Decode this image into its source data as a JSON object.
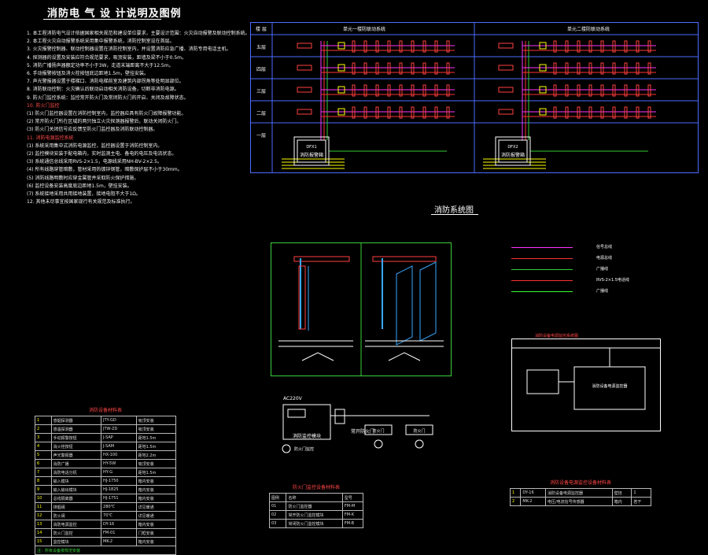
{
  "title": "消防电 气 设 计说明及图例",
  "notes": [
    {
      "text": "1. 本工程消防电气设计依据国家相关规范和建设单位要求，主要设计范围：火灾自动报警及联动控制系统。",
      "hl": false
    },
    {
      "text": "2. 本工程火灾自动报警系统采用集中报警系统，消防控制室设在首层。",
      "hl": false
    },
    {
      "text": "3. 火灾报警控制器、联动控制器设置在消防控制室内，并设置消防应急广播、消防专用电话主机。",
      "hl": false
    },
    {
      "text": "4. 探测器的设置及安装应符合规范要求，吸顶安装，距墙及梁不小于0.5m。",
      "hl": false
    },
    {
      "text": "5. 消防广播扬声器额定功率不小于3W，走道末端距离不大于12.5m。",
      "hl": false
    },
    {
      "text": "6. 手动报警按钮及消火栓按钮底边距地1.5m，壁挂安装。",
      "hl": false
    },
    {
      "text": "7. 声光警报器设置于楼梯口、消防电梯前室及建筑内部拐角等处明显部位。",
      "hl": false
    },
    {
      "text": "8. 消防联动控制：火灾确认后联动启动相关消防设备，切断非消防电源。",
      "hl": false
    },
    {
      "text": "9. 防火门监控系统：监控常开防火门及常闭防火门的开启、关闭及故障状态。",
      "hl": false
    },
    {
      "text": "10. 防火门监控",
      "hl": true
    },
    {
      "text": "(1) 防火门监控器设置在消防控制室内，监控器应具有防火门故障报警功能。",
      "hl": false
    },
    {
      "text": "(2) 常开防火门所在区域的两只独立火灾探测器报警后，联动关闭防火门。",
      "hl": false
    },
    {
      "text": "(3) 防火门关闭信号应反馈至防火门监控器及消防联动控制器。",
      "hl": false
    },
    {
      "text": "11. 消防电源监控系统",
      "hl": true
    },
    {
      "text": "(1) 系统采用集中式消防电源监控，监控器设置于消防控制室内。",
      "hl": false
    },
    {
      "text": "(2) 监控模块安装于配电箱内，实时监测主电、备电的电压及电流状态。",
      "hl": false
    },
    {
      "text": "(3) 系统通信总线采用RVS-2×1.5，电源线采用NH-BV-2×2.5。",
      "hl": false
    },
    {
      "text": "(4) 所有线路穿管暗敷，管材采用热镀锌钢管，暗敷保护层不小于30mm。",
      "hl": false
    },
    {
      "text": "(5) 消防线路明敷时应穿金属管并采取防火保护措施。",
      "hl": false
    },
    {
      "text": "(6) 监控设备安装高度底边距地1.5m，壁挂安装。",
      "hl": false
    },
    {
      "text": "(7) 系统接地采用共用接地装置，接地电阻不大于1Ω。",
      "hl": false
    },
    {
      "text": "12. 其他未尽事宜按国家现行有关规范及标准执行。",
      "hl": false
    }
  ],
  "system_title": "消防系统图",
  "riser": {
    "left_header": "单元一楼防联动系统",
    "right_header": "单元二楼防联动系统",
    "floor_col_header": "楼 层",
    "floors": [
      "五层",
      "四层",
      "三层",
      "二层",
      "一层"
    ],
    "left_panel": {
      "code": "DFX1",
      "name": "消防报警箱"
    },
    "right_panel": {
      "code": "DFX2",
      "name": "消防报警箱"
    }
  },
  "legend_lines": [
    {
      "label": "信号总线",
      "color": "#ff33ff"
    },
    {
      "label": "电源总线",
      "color": "#ff3333"
    },
    {
      "label": "广播线",
      "color": "#33cc33"
    },
    {
      "label": "RVS-2×1.5电话线",
      "color": "#ff3333"
    },
    {
      "label": "广播线",
      "color": "#33ff33"
    }
  ],
  "door_monitor": {
    "power_label": "AC220V",
    "panel_label": "消防监控模块",
    "right_label": "常开防火门",
    "btn1": "防火门",
    "btn2": "防火门",
    "note": "防火门监控"
  },
  "power_monitor_title": "消防设备电源监控系统图",
  "power_monitor_label": "消防设备电源监控器",
  "legend_table": {
    "caption": "消防设备材料表",
    "rows": [
      [
        "1",
        "感烟探测器",
        "JTY-GD",
        "吸顶安装"
      ],
      [
        "2",
        "感温探测器",
        "JTW-ZD",
        "吸顶安装"
      ],
      [
        "3",
        "手动报警按钮",
        "J-SAP",
        "距地1.5m"
      ],
      [
        "4",
        "消火栓按钮",
        "J-SAM",
        "距地1.5m"
      ],
      [
        "5",
        "声光警报器",
        "HX-100",
        "距地2.2m"
      ],
      [
        "6",
        "消防广播",
        "HY-5W",
        "吸顶安装"
      ],
      [
        "7",
        "消防电话分机",
        "HY-G",
        "距地1.5m"
      ],
      [
        "8",
        "输入模块",
        "HJ-1750",
        "箱内安装"
      ],
      [
        "9",
        "输入输出模块",
        "HJ-1825",
        "箱内安装"
      ],
      [
        "10",
        "总线隔离器",
        "HJ-1751",
        "箱内安装"
      ],
      [
        "11",
        "排烟阀",
        "280℃",
        "详见暖通"
      ],
      [
        "12",
        "防火阀",
        "70℃",
        "详见暖通"
      ],
      [
        "13",
        "消防电源监控",
        "DY-16",
        "箱内安装"
      ],
      [
        "14",
        "防火门监控",
        "FM-01",
        "门框安装"
      ],
      [
        "15",
        "监控模块",
        "MK-2",
        "箱内安装"
      ]
    ],
    "footer": "注：所有设备按规范安装"
  },
  "door_table": {
    "caption": "防火门监控设备材料表",
    "headers": [
      "图例",
      "名称",
      "型号"
    ],
    "rows": [
      [
        "01",
        "防火门监控器",
        "FM-M"
      ],
      [
        "02",
        "常开防火门监控模块",
        "FM-K"
      ],
      [
        "03",
        "常闭防火门监控模块",
        "FM-B"
      ]
    ]
  },
  "power_table": {
    "caption": "消防设备电源监控设备材料表",
    "rows": [
      [
        "1",
        "DY-16",
        "消防设备电源监控器",
        "壁挂",
        "1"
      ],
      [
        "2",
        "MK-2",
        "电压/电流信号传感器",
        "箱内",
        "若干"
      ]
    ]
  }
}
